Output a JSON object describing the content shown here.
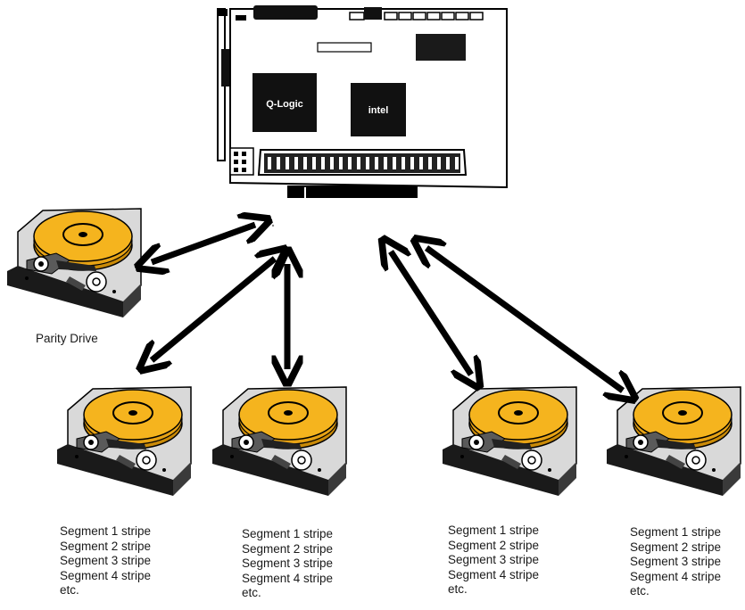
{
  "controller": {
    "chip1_label": "Q-Logic",
    "chip2_label": "intel"
  },
  "parity_label": "Parity Drive",
  "segment_lists": [
    [
      "Segment 1 stripe",
      "Segment 2 stripe",
      "Segment 3 stripe",
      "Segment 4 stripe",
      "etc."
    ],
    [
      "Segment 1 stripe",
      "Segment 2 stripe",
      "Segment 3 stripe",
      "Segment 4 stripe",
      "etc."
    ],
    [
      "Segment 1 stripe",
      "Segment 2 stripe",
      "Segment 3 stripe",
      "Segment 4 stripe",
      "etc."
    ],
    [
      "Segment 1 stripe",
      "Segment 2 stripe",
      "Segment 3 stripe",
      "Segment 4 stripe",
      "etc."
    ]
  ],
  "colors": {
    "platter": "#f5b41e",
    "platter_dark": "#c98a08",
    "ink": "#000000"
  }
}
